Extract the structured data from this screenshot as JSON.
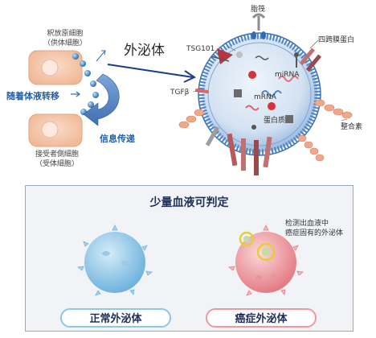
{
  "top": {
    "donor_cell_label": [
      "釈放原細胞",
      "（供体細胞）"
    ],
    "recipient_cell_label": [
      "接受者側細胞",
      "（受体細胞）"
    ],
    "transfer_label": "随着体液转移",
    "signal_label": "信息传递",
    "exosome_title": "外泌体",
    "labels": {
      "lipid": "脂筏",
      "tetraspanin": "四跨膜蛋白",
      "tsg101": "TSG101",
      "mirna": "miRNA",
      "mrna": "mRNA",
      "tgf": "TGFβ",
      "protein": "蛋白质",
      "integrin": "整合素"
    }
  },
  "bottom": {
    "panel_title": "少量血液可判定",
    "note": [
      "检测出血液中",
      "癌症固有的外泌体"
    ],
    "normal_label": "正常外泌体",
    "cancer_label": "癌症外泌体"
  },
  "colors": {
    "cell_fill": "#f5c9b0",
    "cell_nucleus": "#fde9df",
    "exosome_blue": "#2e6db4",
    "transfer_text": "#1f5fa8",
    "normal_exo": "#8fc8e8",
    "cancer_exo": "#f0a0a4",
    "highlight_ring": "#e8cd3a"
  }
}
